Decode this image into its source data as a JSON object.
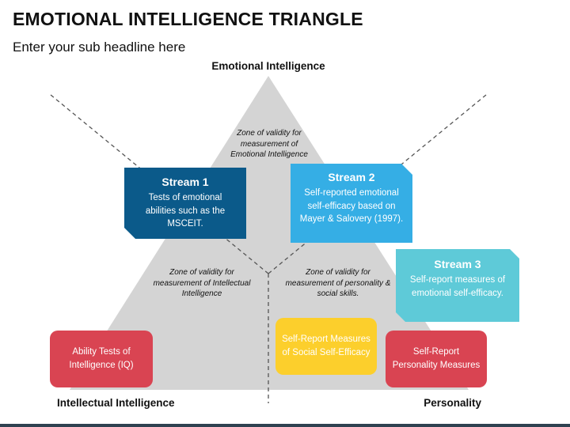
{
  "header": {
    "title": "EMOTIONAL INTELLIGENCE TRIANGLE",
    "subtitle": "Enter your sub headline here"
  },
  "corners": {
    "top": "Emotional Intelligence",
    "bottom_left": "Intellectual Intelligence",
    "bottom_right": "Personality"
  },
  "zones": {
    "top": "Zone of validity for measurement of Emotional Intelligence",
    "left": "Zone of validity for measurement of Intellectual Intelligence",
    "right": "Zone of validity for measurement of personality & social skills."
  },
  "streams": [
    {
      "title": "Stream 1",
      "description": "Tests of emotional abilities such as the MSCEIT."
    },
    {
      "title": "Stream 2",
      "description": "Self-reported emotional self-efficacy based on Mayer & Salovery (1997)."
    },
    {
      "title": "Stream 3",
      "description": "Self-report measures of emotional self-efficacy."
    }
  ],
  "measures": {
    "iq": "Ability Tests of Intelligence (IQ)",
    "social": "Self-Report Measures of Social Self-Efficacy",
    "personality": "Self-Report Personality Measures"
  },
  "colors": {
    "triangle": "#d4d4d4",
    "stream1": "#0b5a8a",
    "stream2": "#35aee5",
    "stream3": "#5ecad8",
    "measure_red": "#d94452",
    "measure_yellow": "#fccf2c",
    "footer": "#2f4150"
  }
}
